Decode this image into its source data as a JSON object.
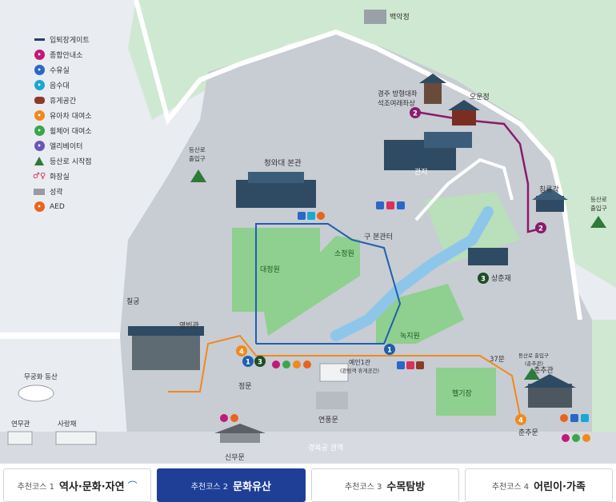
{
  "legend": {
    "items": [
      {
        "icon": "gate-line-icon",
        "label": "입퇴장게이트",
        "color": "#1f3f7a"
      },
      {
        "icon": "info-center-icon",
        "label": "종합안내소",
        "color": "#c2187a"
      },
      {
        "icon": "nursing-room-icon",
        "label": "수유실",
        "color": "#2a67c9"
      },
      {
        "icon": "drinking-fountain-icon",
        "label": "음수대",
        "color": "#1aa6d6"
      },
      {
        "icon": "rest-area-icon",
        "label": "휴게공간",
        "color": "#8a3b2a"
      },
      {
        "icon": "stroller-icon",
        "label": "유아차 대여소",
        "color": "#f08a1c"
      },
      {
        "icon": "wheelchair-icon",
        "label": "휠체어 대여소",
        "color": "#3aa64a"
      },
      {
        "icon": "elevator-icon",
        "label": "엘리베이터",
        "color": "#6a56b8"
      },
      {
        "icon": "trailhead-icon",
        "label": "등산로 시작점",
        "color": "#2e7a3a"
      },
      {
        "icon": "restroom-icon",
        "label": "화장실",
        "color": "#d8325a"
      },
      {
        "icon": "fortress-icon",
        "label": "성곽",
        "color": "#9a9aa2"
      },
      {
        "icon": "aed-icon",
        "label": "AED",
        "color": "#e8641c"
      }
    ]
  },
  "labels": {
    "baegakjeong": "백악정",
    "visitor_hall_1": "경주 방형대좌",
    "visitor_hall_2": "석조여래좌상",
    "oungjeong": "오운정",
    "gwanjeo": "관저",
    "chimnyugak": "침류각",
    "bongwan": "청와대 본관",
    "trail_entrance_left_1": "등산로",
    "trail_entrance_left_2": "출입구",
    "trail_entrance_right_1": "등산로",
    "trail_entrance_right_2": "출입구",
    "old_main": "구 본관터",
    "sojeongwon": "소정원",
    "daejeongwon": "대정원",
    "sangchunjae": "상춘재",
    "nokjiwon": "녹지원",
    "chilgung": "칠궁",
    "yeongbingwan": "영빈관",
    "mugunghwa": "무궁화 동산",
    "yeonmugwan": "연무관",
    "sarangchae": "사랑채",
    "jeongmun": "정문",
    "yechun1": "예인1관",
    "yechun2": "(관람객 휴게공간)",
    "gate37": "37문",
    "trail_mid_1": "등산로 출입구",
    "trail_mid_2": "(춘추관)",
    "chunchugwan": "춘추관",
    "heligi": "헬기장",
    "yeonpungmun": "연풍문",
    "chunchumun": "춘추문",
    "sinmumun": "신무문",
    "gyeongbok": "경복궁 권역"
  },
  "badges": {
    "b1": "1",
    "b2": "2",
    "b3": "3",
    "b4": "4"
  },
  "colors": {
    "course1": "#1f5fb0",
    "course2": "#8a1b6b",
    "course3": "#2e7a3a",
    "course4": "#f08a1c",
    "grass": "#8fcf8f",
    "mountain": "#cfe8d2"
  },
  "tabs": [
    {
      "prefix": "추천코스 1",
      "label": "역사·문화·자연",
      "extra": "headphone-icon",
      "active": false
    },
    {
      "prefix": "추천코스 2",
      "label": "문화유산",
      "active": true
    },
    {
      "prefix": "추천코스 3",
      "label": "수목탐방",
      "active": false
    },
    {
      "prefix": "추천코스 4",
      "label": "어린이·가족",
      "active": false
    }
  ]
}
